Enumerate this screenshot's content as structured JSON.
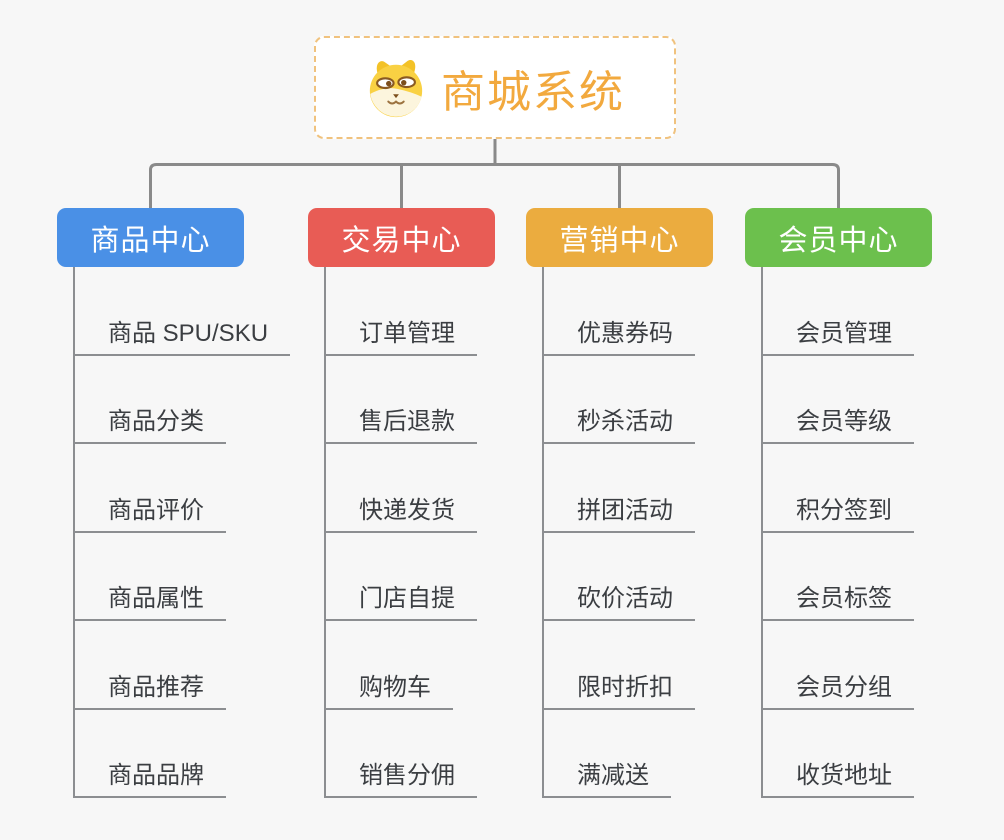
{
  "root": {
    "title": "商城系统",
    "icon": "doge-icon"
  },
  "branches": [
    {
      "label": "商品中心",
      "color": "#4a90e6",
      "children": [
        "商品 SPU/SKU",
        "商品分类",
        "商品评价",
        "商品属性",
        "商品推荐",
        "商品品牌"
      ]
    },
    {
      "label": "交易中心",
      "color": "#e85c55",
      "children": [
        "订单管理",
        "售后退款",
        "快递发货",
        "门店自提",
        "购物车",
        "销售分佣"
      ]
    },
    {
      "label": "营销中心",
      "color": "#ebac3f",
      "children": [
        "优惠券码",
        "秒杀活动",
        "拼团活动",
        "砍价活动",
        "限时折扣",
        "满减送"
      ]
    },
    {
      "label": "会员中心",
      "color": "#6cc04d",
      "children": [
        "会员管理",
        "会员等级",
        "积分签到",
        "会员标签",
        "会员分组",
        "收货地址"
      ]
    }
  ],
  "colors": {
    "background": "#f7f7f7",
    "connector": "#8a8a8a",
    "underline": "#8c8e91",
    "child_text": "#3b3e42",
    "root_accent": "#f2a93e",
    "root_border": "#f0c27e"
  }
}
